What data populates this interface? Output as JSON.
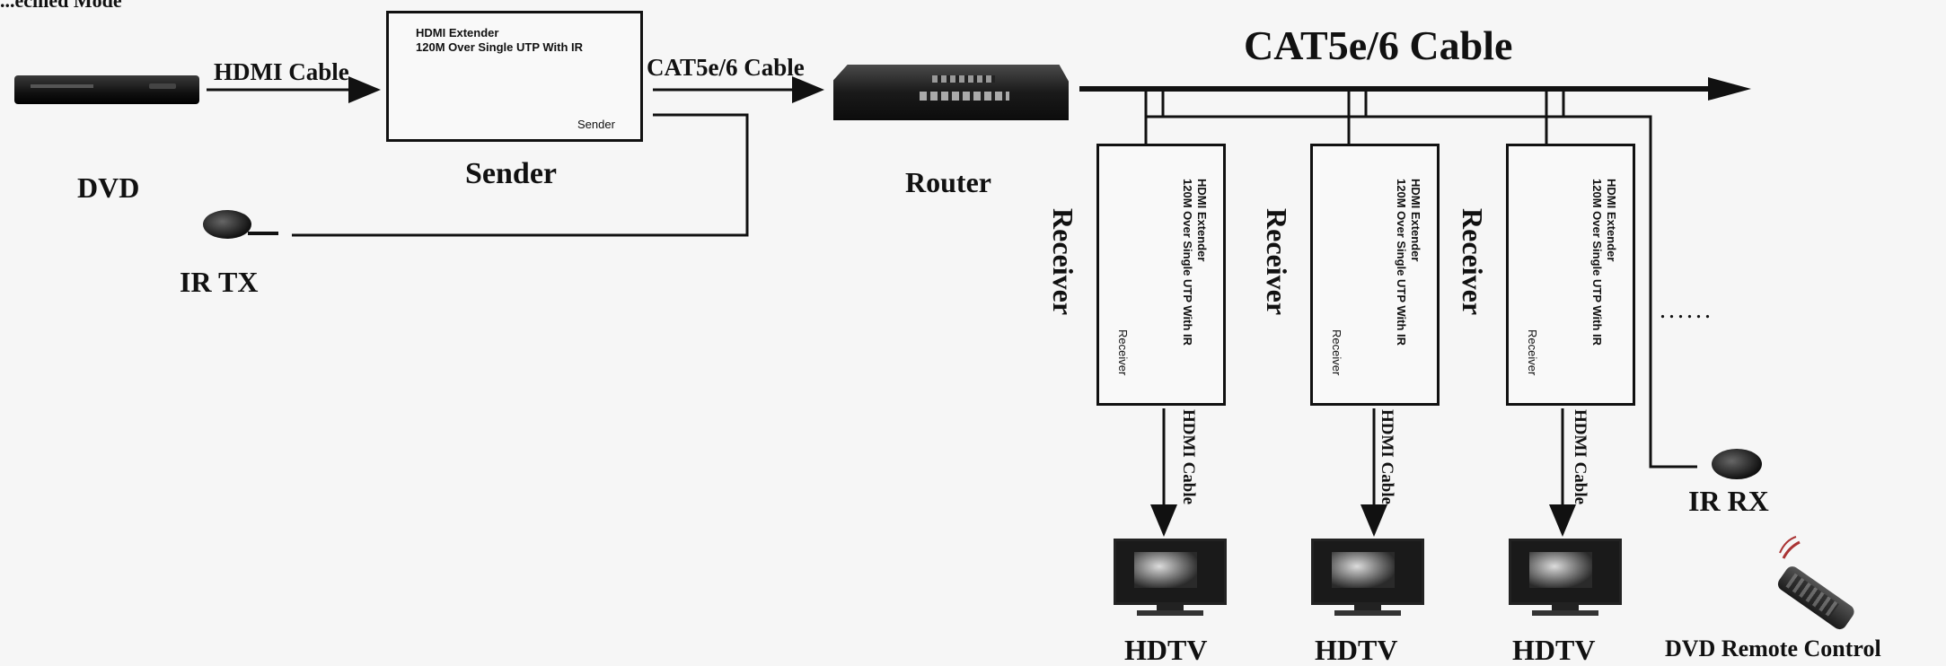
{
  "top_left_fragment": "...ecilied Mode",
  "devices": {
    "dvd_label": "DVD",
    "ir_tx_label": "IR TX",
    "sender_label": "Sender",
    "router_label": "Router",
    "ir_rx_label": "IR RX",
    "remote_label": "DVD Remote Control",
    "hdtv_label": "HDTV"
  },
  "cables": {
    "hdmi_cable": "HDMI Cable",
    "cat_small": "CAT5e/6 Cable",
    "cat_big": "CAT5e/6 Cable",
    "hdmi_cable_vertical": "HDMI Cable"
  },
  "sender_box": {
    "line1": "HDMI Extender",
    "line2": "120M Over Single UTP With IR",
    "footer": "Sender"
  },
  "receivers": [
    {
      "side_label": "Receiver",
      "line1": "HDMI Extender",
      "line2": "120M Over Single UTP With IR",
      "footer": "Receiver"
    },
    {
      "side_label": "Receiver",
      "line1": "HDMI Extender",
      "line2": "120M Over Single UTP With IR",
      "footer": "Receiver"
    },
    {
      "side_label": "Receiver",
      "line1": "HDMI Extender",
      "line2": "120M Over Single UTP With IR",
      "footer": "Receiver"
    }
  ],
  "continuation": "......",
  "colors": {
    "line": "#111111",
    "background": "#f6f6f6",
    "device_dark": "#1c1c1c"
  }
}
